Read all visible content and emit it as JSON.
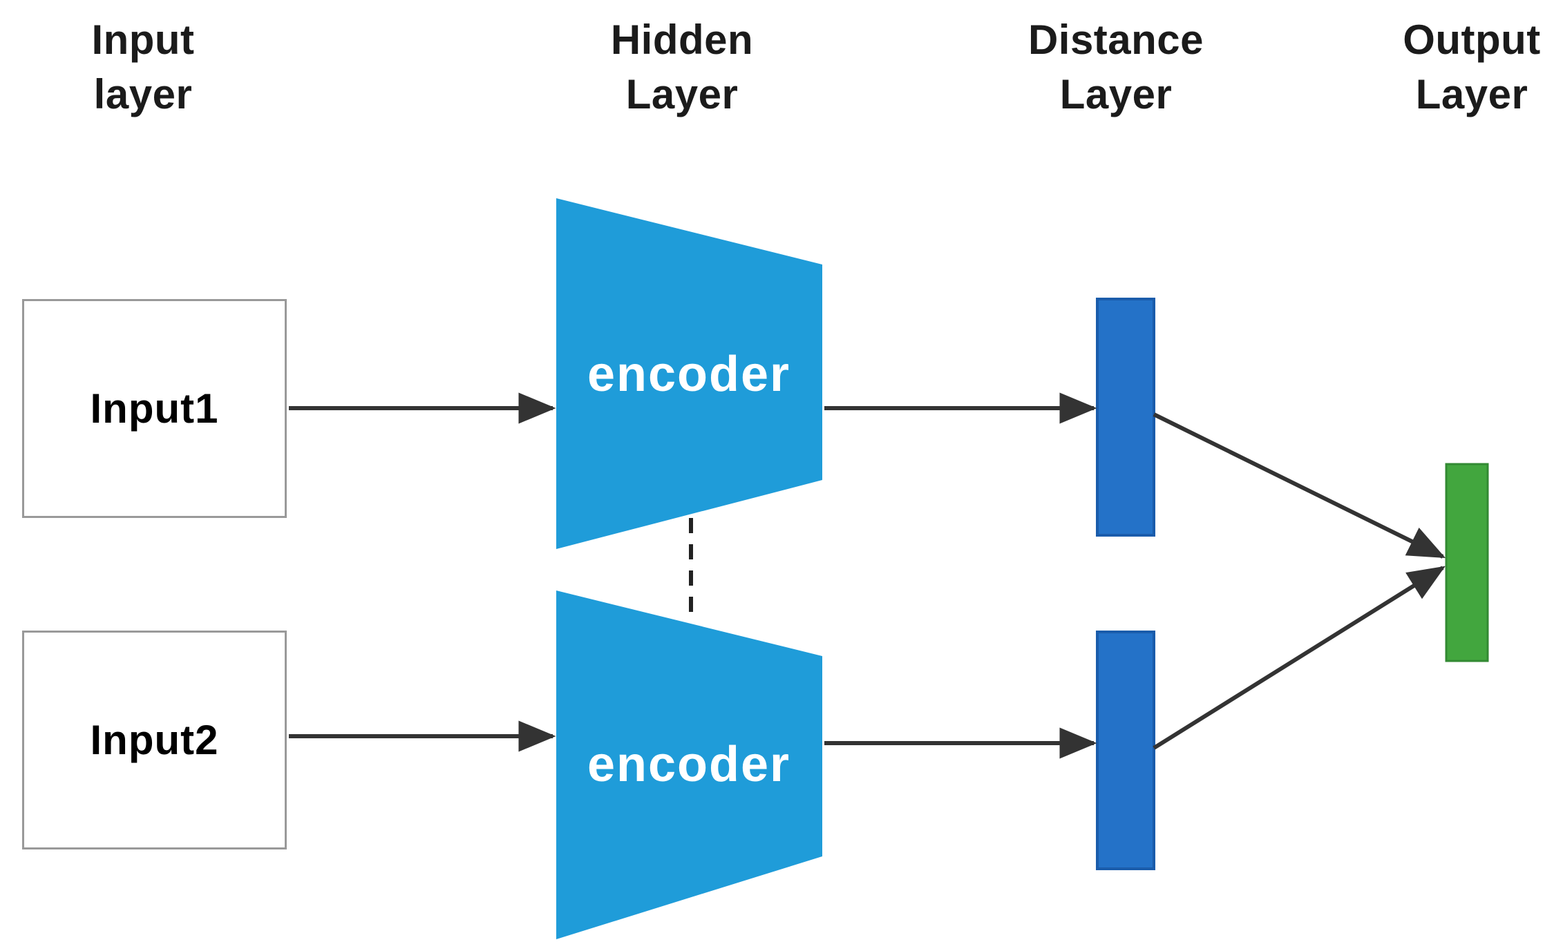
{
  "figure": {
    "type": "siamese-network-architecture-diagram"
  },
  "column_headers": {
    "input": {
      "line1": "Input",
      "line2": "layer"
    },
    "hidden": {
      "line1": "Hidden",
      "line2": "Layer"
    },
    "distance": {
      "line1": "Distance",
      "line2": "Layer"
    },
    "output": {
      "line1": "Output",
      "line2": "Layer"
    }
  },
  "nodes": {
    "input1": {
      "label": "Input1",
      "shape": "rectangle",
      "fill": "#ffffff"
    },
    "input2": {
      "label": "Input2",
      "shape": "rectangle",
      "fill": "#ffffff"
    },
    "encoder1": {
      "label": "encoder",
      "shape": "trapezoid-narrowing-right",
      "fill": "#1f9cd9"
    },
    "encoder2": {
      "label": "encoder",
      "shape": "trapezoid-narrowing-right",
      "fill": "#1f9cd9"
    },
    "distance_bar_1": {
      "label": "",
      "shape": "vertical-bar",
      "fill": "#2472c8"
    },
    "distance_bar_2": {
      "label": "",
      "shape": "vertical-bar",
      "fill": "#2472c8"
    },
    "output_bar": {
      "label": "",
      "shape": "vertical-bar",
      "fill": "#42a63e"
    }
  },
  "edges": [
    {
      "from": "input1",
      "to": "encoder1",
      "style": "solid-arrow"
    },
    {
      "from": "input2",
      "to": "encoder2",
      "style": "solid-arrow"
    },
    {
      "from": "encoder1",
      "to": "distance_bar_1",
      "style": "solid-arrow"
    },
    {
      "from": "encoder2",
      "to": "distance_bar_2",
      "style": "solid-arrow"
    },
    {
      "from": "distance_bar_1",
      "to": "output_bar",
      "style": "solid-arrow"
    },
    {
      "from": "distance_bar_2",
      "to": "output_bar",
      "style": "solid-arrow"
    },
    {
      "from": "encoder1",
      "to": "encoder2",
      "style": "dashed-line"
    }
  ],
  "colors": {
    "background": "#ffffff",
    "text": "#1b1b1b",
    "encoder_fill": "#1f9cd9",
    "encoder_text": "#ffffff",
    "distance_fill": "#2472c8",
    "distance_border": "#1a5cab",
    "output_fill": "#42a63e",
    "output_border": "#338a33",
    "line": "#333333",
    "input_box_border": "#999999",
    "input_box_fill": "#ffffff",
    "dashed_line": "#222222"
  }
}
